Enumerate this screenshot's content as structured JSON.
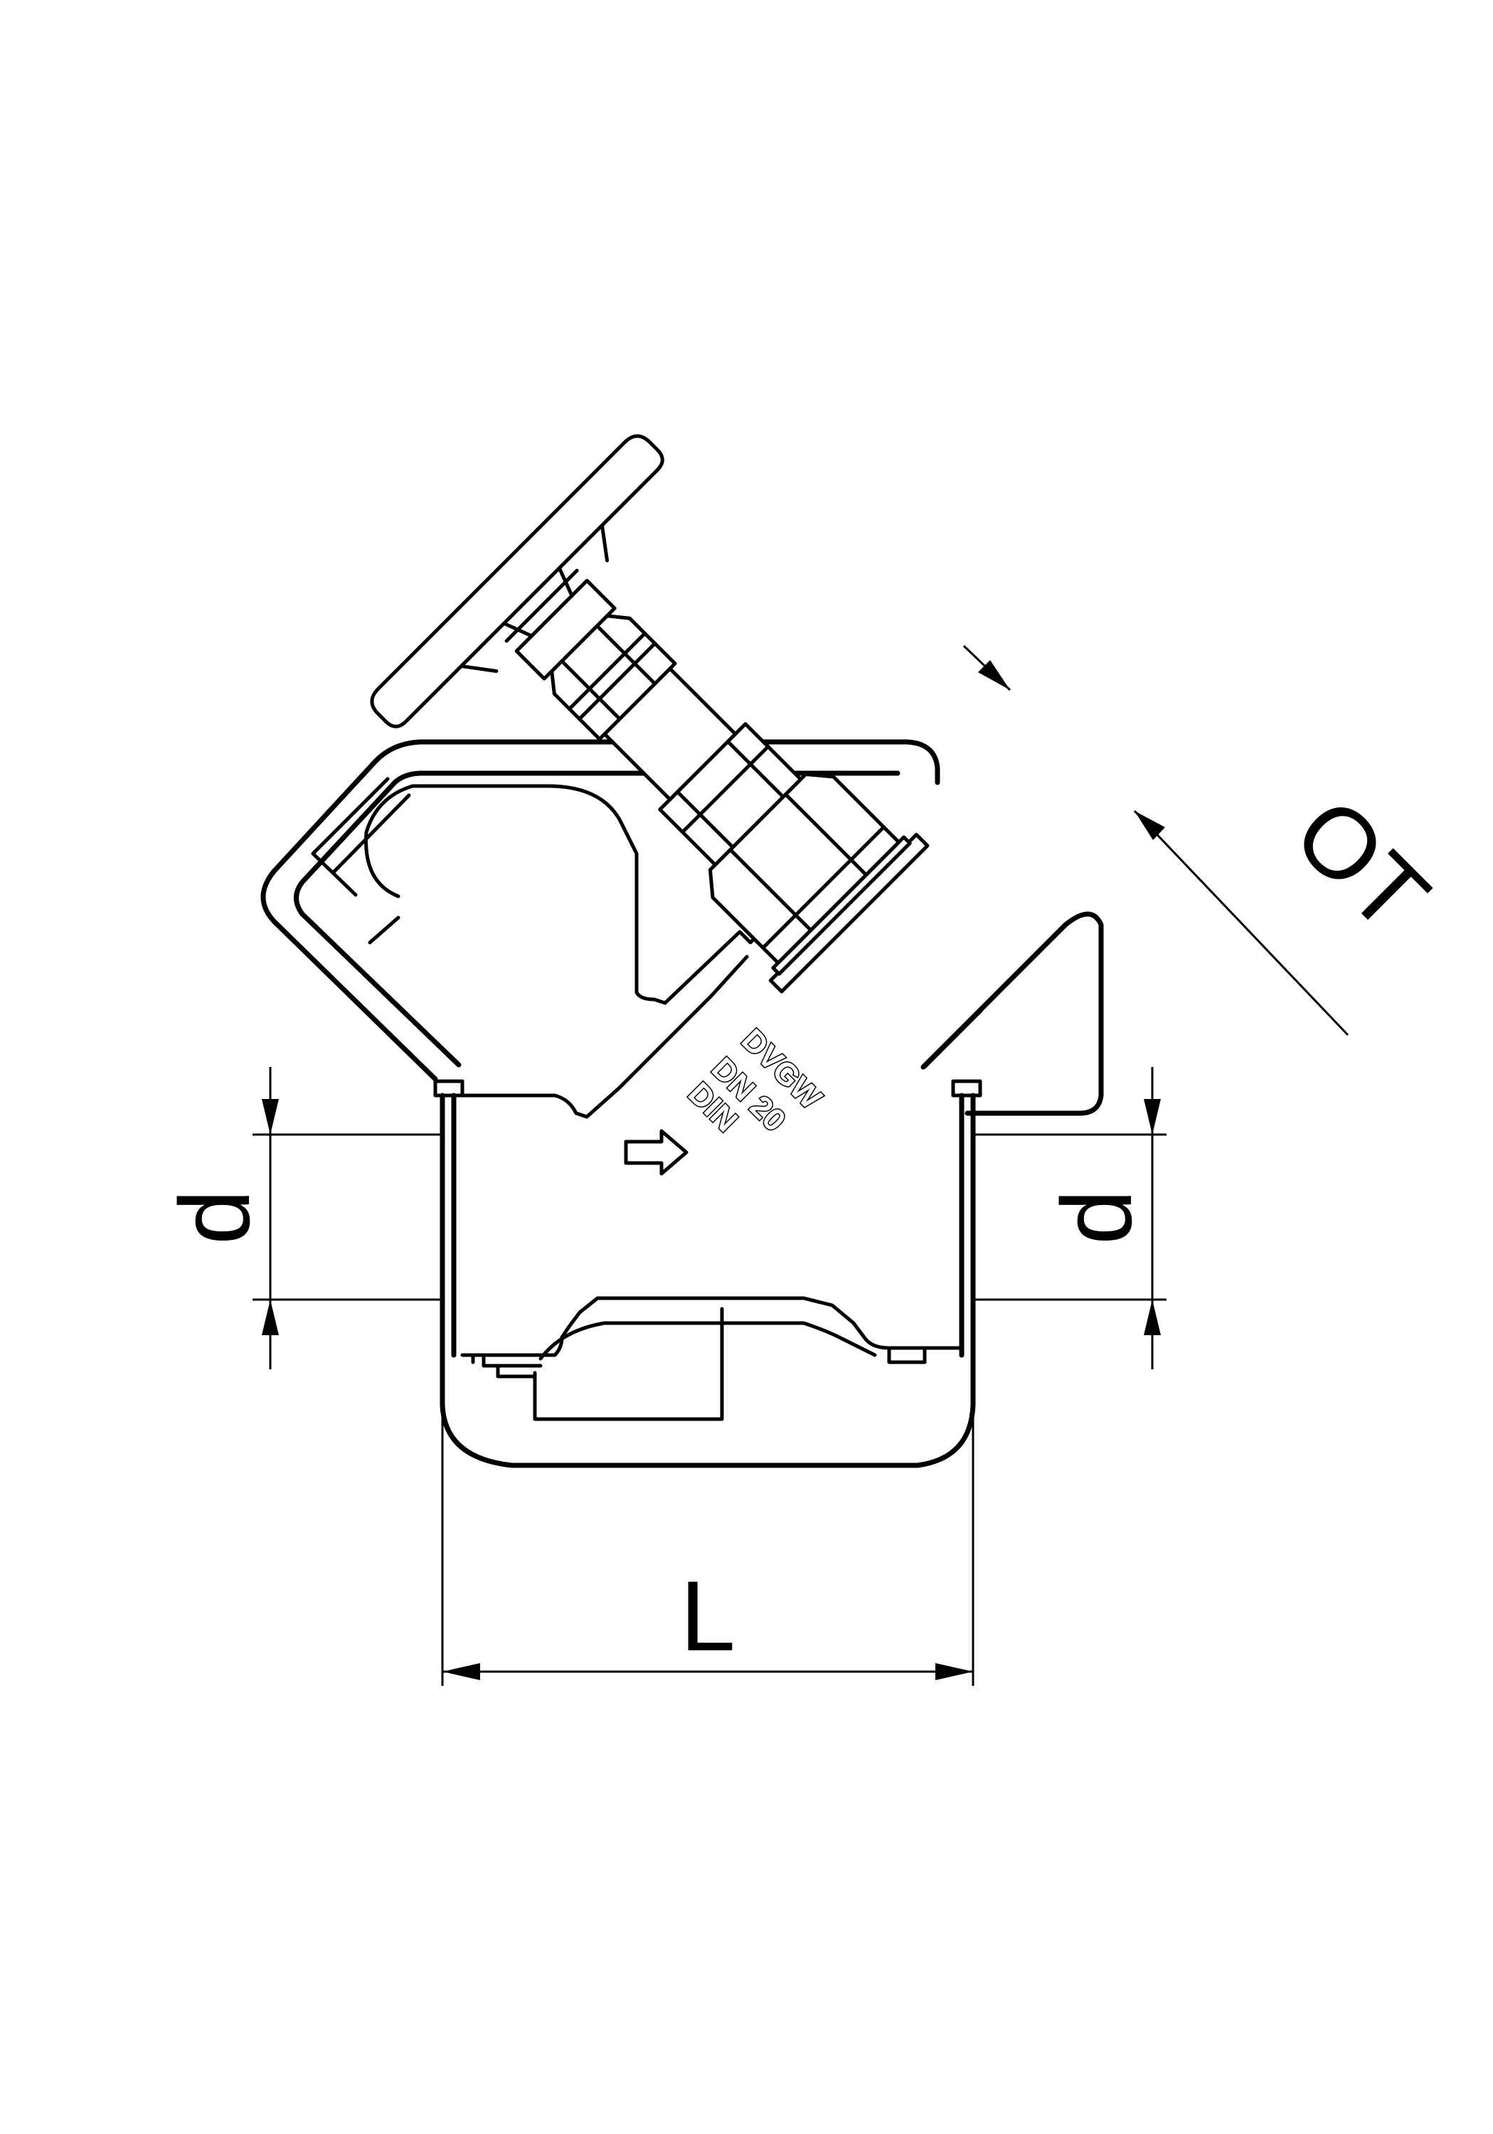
{
  "dimensions": {
    "d_left": "d",
    "d_right": "d",
    "length": "L",
    "overall_top": "OT"
  },
  "body_markings": {
    "line1": "DVGW",
    "line2": "DN 20",
    "line3": "DIN"
  }
}
